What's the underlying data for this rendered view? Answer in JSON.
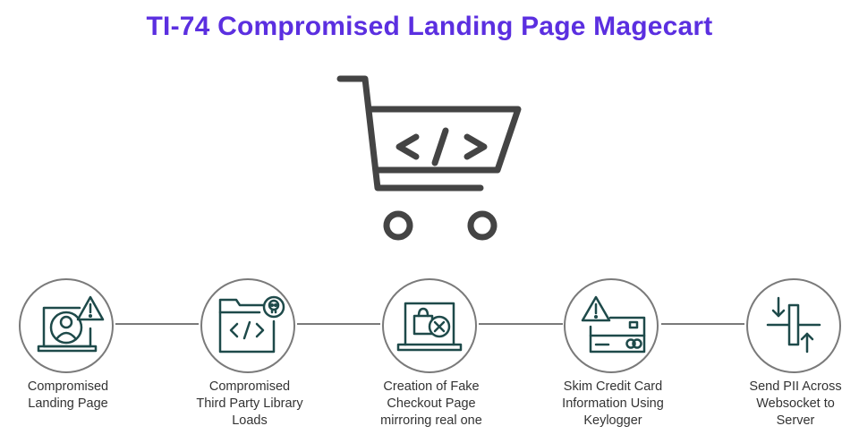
{
  "title": "TI-74 Compromised Landing Page Magecart",
  "hero": {
    "icon": "shopping-cart-code-icon"
  },
  "colors": {
    "title": "#5b2fe0",
    "icon_stroke": "#1e4a4a",
    "cart_stroke": "#444444",
    "connector": "#7a7a7a"
  },
  "steps": [
    {
      "icon": "compromised-landing-page-icon",
      "lines": [
        "Compromised",
        "Landing Page"
      ]
    },
    {
      "icon": "third-party-library-icon",
      "lines": [
        "Compromised",
        "Third Party Library",
        "Loads"
      ]
    },
    {
      "icon": "fake-checkout-page-icon",
      "lines": [
        "Creation of Fake",
        "Checkout Page",
        "mirroring real one"
      ]
    },
    {
      "icon": "skim-credit-card-icon",
      "lines": [
        "Skim Credit Card",
        "Information Using",
        "Keylogger"
      ]
    },
    {
      "icon": "send-pii-websocket-icon",
      "lines": [
        "Send PII Across",
        "Websocket to",
        "Server"
      ]
    }
  ]
}
